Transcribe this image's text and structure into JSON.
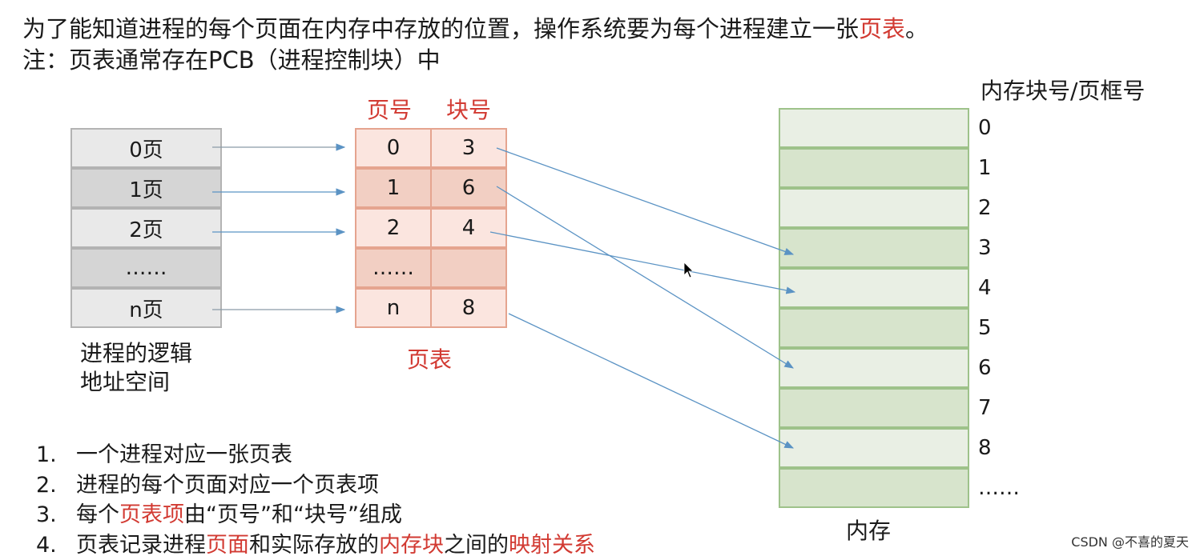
{
  "intro": {
    "line1_before": "为了能知道进程的每个页面在内存中存放的位置，操作系统要为每个进程建立一张",
    "line1_highlight": "页表",
    "line1_after": "。",
    "line2": "注：页表通常存在PCB（进程控制块）中"
  },
  "logical_space": {
    "rows": [
      "0页",
      "1页",
      "2页",
      "……",
      "n页"
    ],
    "caption_line1": "进程的逻辑",
    "caption_line2": "地址空间"
  },
  "page_table": {
    "header_page": "页号",
    "header_block": "块号",
    "rows": [
      {
        "page": "0",
        "block": "3"
      },
      {
        "page": "1",
        "block": "6"
      },
      {
        "page": "2",
        "block": "4"
      },
      {
        "page": "……",
        "block": ""
      },
      {
        "page": "n",
        "block": "8"
      }
    ],
    "caption": "页表"
  },
  "memory": {
    "header": "内存块号/页框号",
    "labels": [
      "0",
      "1",
      "2",
      "3",
      "4",
      "5",
      "6",
      "7",
      "8",
      "……"
    ],
    "caption": "内存"
  },
  "notes": [
    {
      "num": "1.",
      "parts": [
        {
          "text": "一个进程对应一张页表",
          "red": false
        }
      ]
    },
    {
      "num": "2.",
      "parts": [
        {
          "text": "进程的每个页面对应一个页表项",
          "red": false
        }
      ]
    },
    {
      "num": "3.",
      "parts": [
        {
          "text": "每个",
          "red": false
        },
        {
          "text": "页表项",
          "red": true
        },
        {
          "text": "由“页号”和“块号”组成",
          "red": false
        }
      ]
    },
    {
      "num": "4.",
      "parts": [
        {
          "text": "页表记录进程",
          "red": false
        },
        {
          "text": "页面",
          "red": true
        },
        {
          "text": "和实际存放的",
          "red": false
        },
        {
          "text": "内存块",
          "red": true
        },
        {
          "text": "之间的",
          "red": false
        },
        {
          "text": "映射关系",
          "red": true
        }
      ]
    }
  ],
  "watermark": "CSDN @不喜的夏天",
  "colors": {
    "highlight": "#d23a32",
    "arrow": "#5b93c4"
  }
}
